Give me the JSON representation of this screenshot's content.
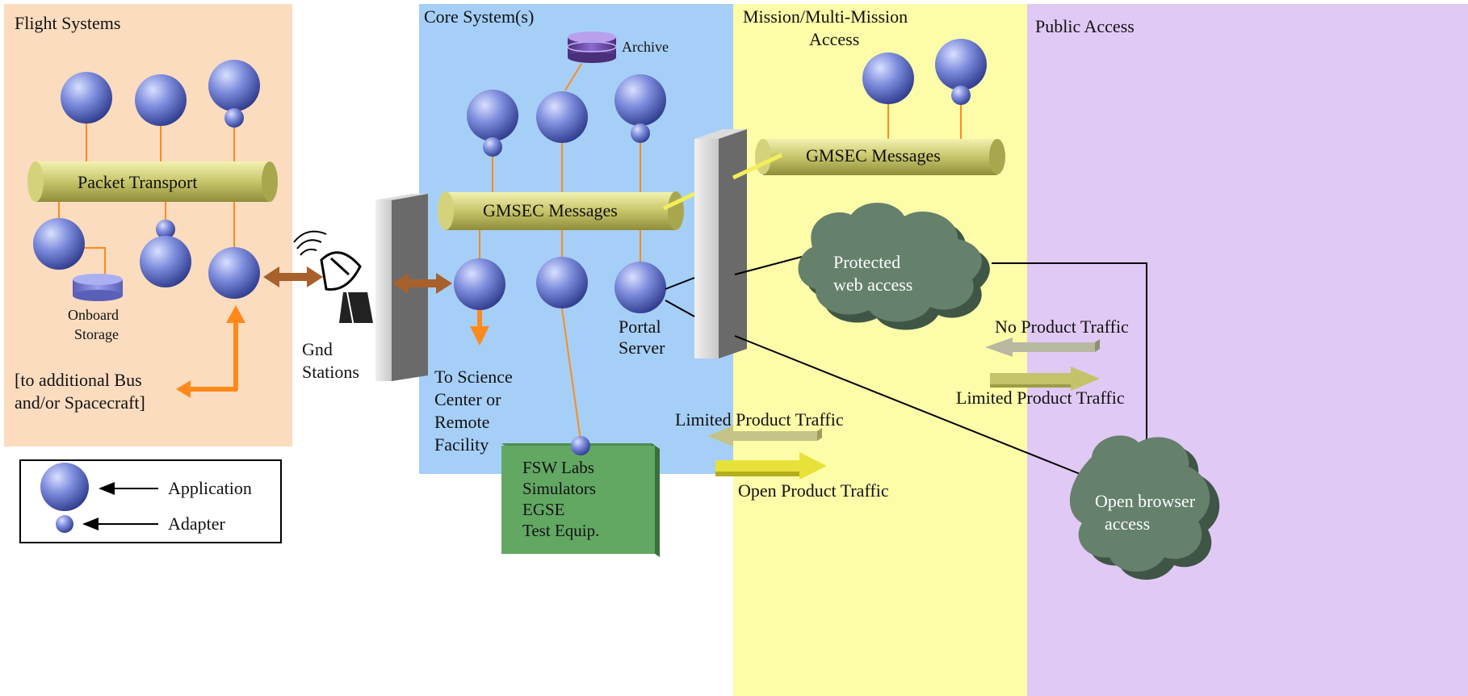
{
  "regions": {
    "flight": "Flight Systems",
    "core": "Core System(s)",
    "mission_1": "Mission/Multi-Mission",
    "mission_2": "Access",
    "public": "Public Access"
  },
  "labels": {
    "archive": "Archive",
    "packet_transport": "Packet Transport",
    "gmsec_core": "GMSEC Messages",
    "gmsec_mission": "GMSEC Messages",
    "onboard_1": "Onboard",
    "onboard_2": "Storage",
    "additional_1": "[to additional Bus",
    "additional_2": "and/or Spacecraft]",
    "gnd_1": "Gnd",
    "gnd_2": "Stations",
    "science_1": "To Science",
    "science_2": "Center or",
    "science_3": "Remote",
    "science_4": "Facility",
    "portal_1": "Portal",
    "portal_2": "Server",
    "fsw_1": "FSW Labs",
    "fsw_2": "Simulators",
    "fsw_3": "EGSE",
    "fsw_4": "Test Equip.",
    "protected_1": "Protected",
    "protected_2": "web access",
    "open_1": "Open browser",
    "open_2": "access",
    "no_product": "No Product Traffic",
    "limited_public": "Limited Product Traffic",
    "limited_mission": "Limited Product Traffic",
    "open_product": "Open Product Traffic"
  },
  "legend": {
    "application": "Application",
    "adapter": "Adapter"
  },
  "colors": {
    "flight_bg": "#fbdcbf",
    "core_bg": "#a6cff7",
    "mission_bg": "#fdfca8",
    "public_bg": "#e1c9f5",
    "sphere": "#6f7fd0",
    "bus": "#c9c86a",
    "orange": "#ff8a1c",
    "cloud": "#65806b",
    "lab_box": "#5fa160"
  }
}
